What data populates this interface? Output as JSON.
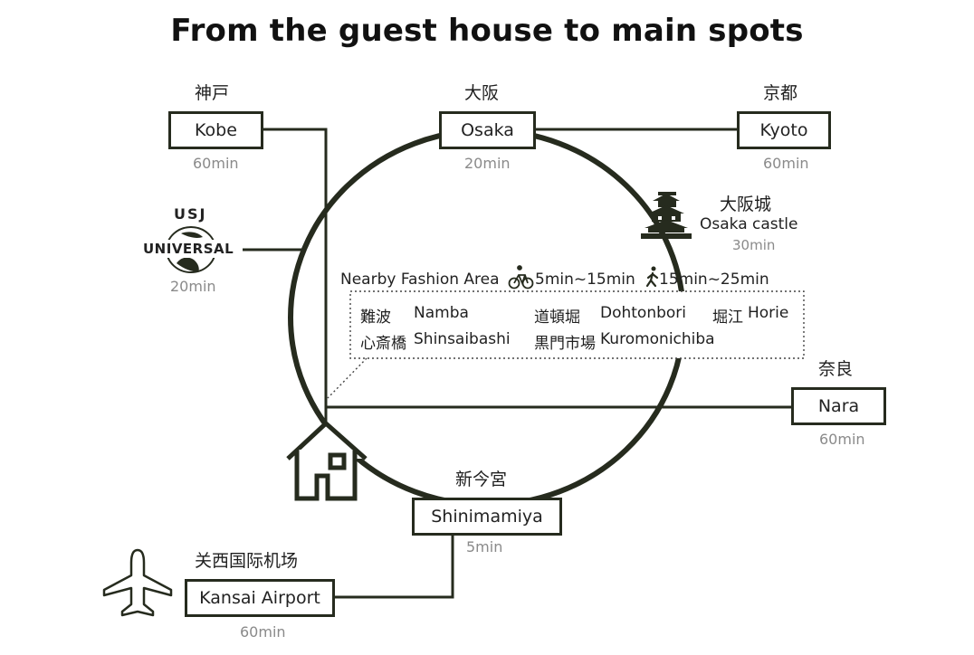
{
  "title": "From the guest house to main spots",
  "stations": {
    "kobe": {
      "jp": "神戸",
      "en": "Kobe",
      "time": "60min"
    },
    "osaka": {
      "jp": "大阪",
      "en": "Osaka",
      "time": "20min"
    },
    "kyoto": {
      "jp": "京都",
      "en": "Kyoto",
      "time": "60min"
    },
    "nara": {
      "jp": "奈良",
      "en": "Nara",
      "time": "60min"
    },
    "shinimamiya": {
      "jp": "新今宮",
      "en": "Shinimamiya",
      "time": "5min"
    },
    "kansai": {
      "jp": "关西国际机场",
      "en": "Kansai Airport",
      "time": "60min"
    }
  },
  "usj": {
    "label": "USJ",
    "logo_text": "UNIVERSAL",
    "time": "20min"
  },
  "castle": {
    "jp": "大阪城",
    "en": "Osaka castle",
    "time": "30min"
  },
  "fashion": {
    "label": "Nearby Fashion Area",
    "bike_time": "5min~15min",
    "walk_time": "15min~25min",
    "areas": [
      {
        "jp": "難波",
        "en": "Namba"
      },
      {
        "jp": "道頓堀",
        "en": "Dohtonbori"
      },
      {
        "jp": "堀江",
        "en": "Horie"
      },
      {
        "jp": "心斎橋",
        "en": "Shinsaibashi"
      },
      {
        "jp": "黒門市場",
        "en": "Kuromonichiba"
      }
    ]
  },
  "icons": [
    "house-icon",
    "airplane-icon",
    "castle-icon",
    "bicycle-icon",
    "walking-person-icon",
    "universal-globe-icon"
  ],
  "colors": {
    "line": "#262b1e",
    "text": "#1f1f1f",
    "time": "#8a8a8a"
  }
}
